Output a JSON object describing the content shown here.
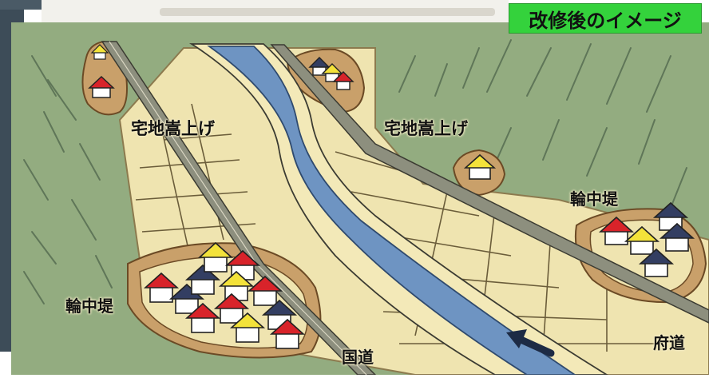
{
  "diagram": {
    "title_badge": "改修後のイメージ",
    "labels": {
      "raised_land_left": "宅地嵩上げ",
      "raised_land_right": "宅地嵩上げ",
      "ring_levee_right": "輪中堤",
      "ring_levee_left": "輪中堤",
      "national_road": "国道",
      "prefectural_road": "府道"
    },
    "colors": {
      "river": "#6e94c2",
      "land": "#efe4b0",
      "mountain": "#93ac80",
      "levee": "#c9a06a",
      "roof_red": "#d8232a",
      "roof_yellow": "#f3e23a",
      "roof_navy": "#333e62",
      "badge": "#34d23c"
    },
    "flow_arrow": "flow-direction-arrow-icon"
  }
}
